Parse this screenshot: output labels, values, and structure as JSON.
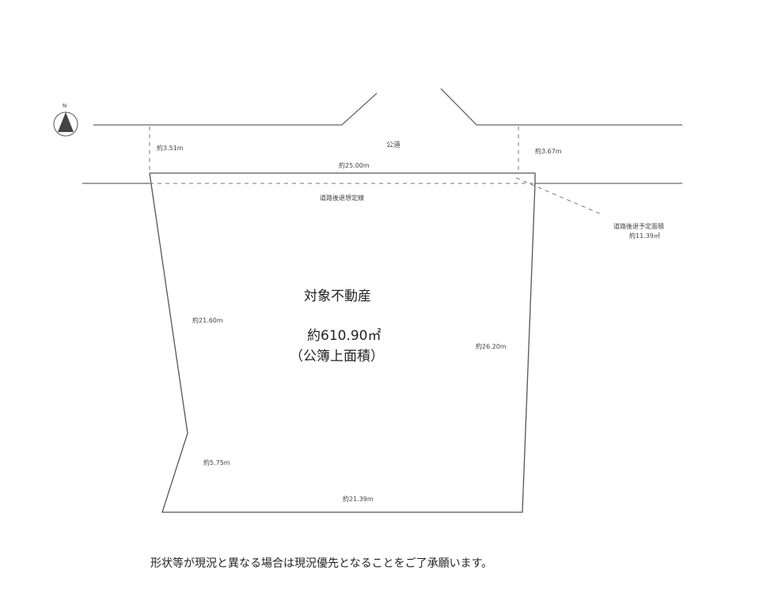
{
  "compass": {
    "label": "N"
  },
  "road": {
    "label": "公道"
  },
  "dimensions": {
    "road_width_left": "約3.51m",
    "road_width_right": "約3.67m",
    "frontage": "約25.00m",
    "left_side": "約21.60m",
    "right_side": "約26.20m",
    "bottom_left": "約5.75m",
    "bottom": "約21.39m"
  },
  "setback_line": {
    "label": "道路後退想定線"
  },
  "setback_area": {
    "label": "道路後退予定面積",
    "value": "約11.39㎡"
  },
  "property": {
    "title": "対象不動産",
    "area": "約610.90㎡",
    "area_note": "（公簿上面積）"
  },
  "footer_note": "形状等が現況と異なる場合は現況優先となることをご了承願います。"
}
